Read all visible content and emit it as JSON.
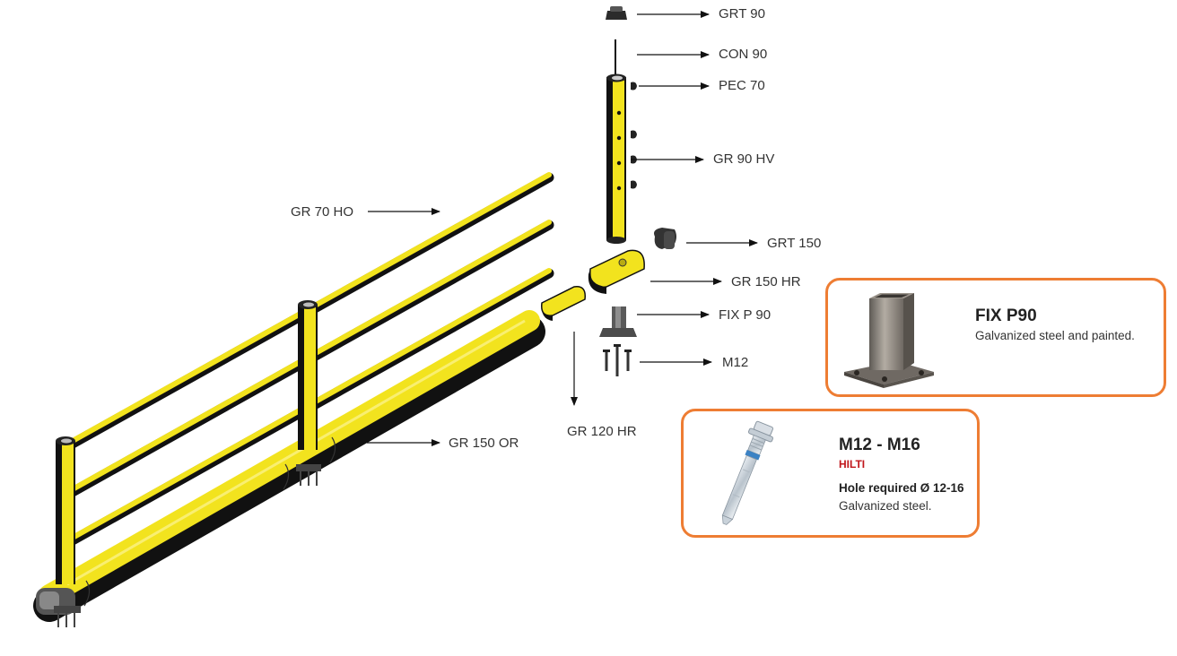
{
  "labels": {
    "grt90": "GRT 90",
    "con90": "CON 90",
    "pec70": "PEC 70",
    "gr90hv": "GR 90 HV",
    "gr70ho": "GR 70 HO",
    "grt150": "GRT 150",
    "gr150hr": "GR 150 HR",
    "fixp90": "FIX P 90",
    "m12": "M12",
    "gr120hr": "GR 120 HR",
    "gr150or": "GR 150 OR"
  },
  "callouts": {
    "fix": {
      "title": "FIX P90",
      "desc": "Galvanized steel and painted."
    },
    "anchor": {
      "title": "M12 - M16",
      "brand": "HILTI",
      "hole": "Hole required Ø 12-16",
      "desc": "Galvanized steel."
    }
  },
  "colors": {
    "rail_yellow": "#f2e31e",
    "rail_black": "#1a1a1a",
    "callout_border": "#ee7d33",
    "brand_red": "#c0161b",
    "metal_gray": "#7d7770"
  }
}
